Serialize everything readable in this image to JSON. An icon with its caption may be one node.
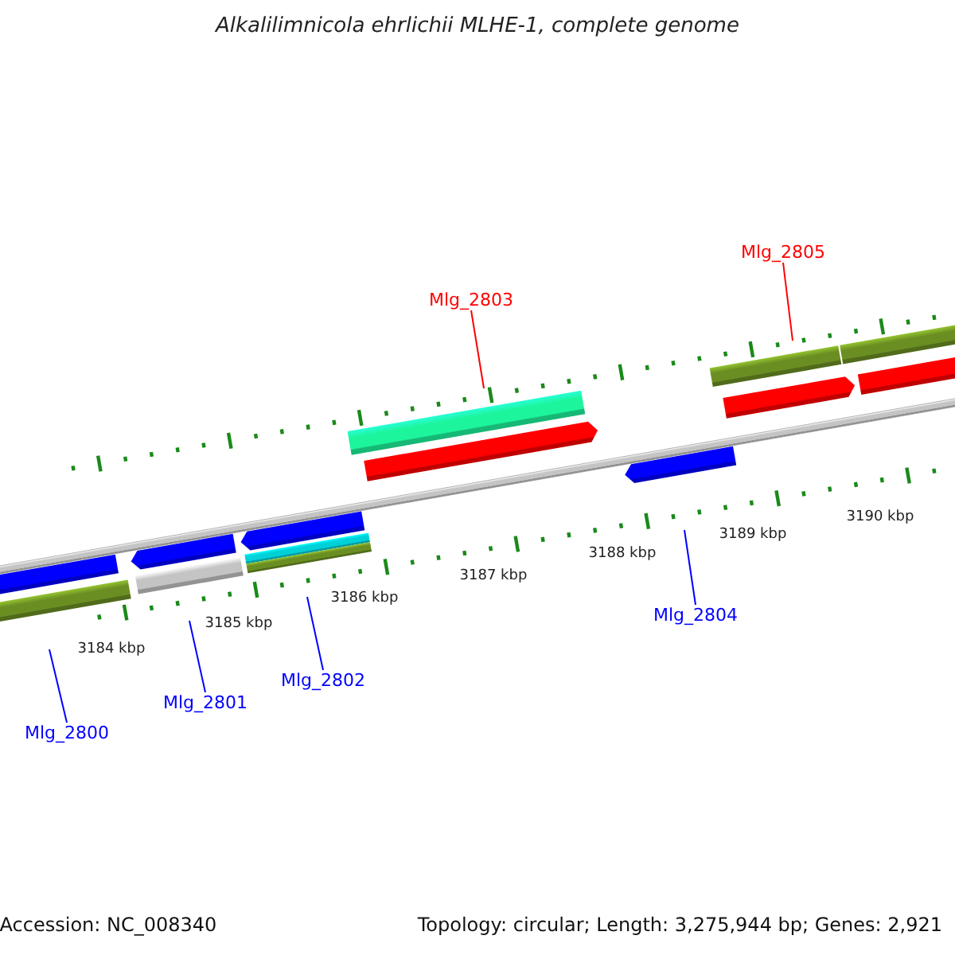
{
  "diagram": {
    "title": "Alkalilimnicola ehrlichii MLHE-1, complete genome",
    "nodes": [
      {
        "text": [
          "Mlg_2803"
        ]
      },
      {
        "text": [
          "Mlg_2805"
        ]
      },
      {
        "text": [
          "Mlg_2804"
        ]
      },
      {
        "text": [
          "Mlg_2802"
        ]
      },
      {
        "text": [
          "Mlg_2801"
        ]
      },
      {
        "text": [
          "Mlg_2800"
        ]
      }
    ],
    "edges": [
      {
        "from": 0,
        "to": null,
        "arrow": "none",
        "color": "#ff0000"
      },
      {
        "from": 1,
        "to": null,
        "arrow": "none",
        "color": "#ff0000"
      },
      {
        "from": 2,
        "to": null,
        "arrow": "none"
      },
      {
        "from": 3,
        "to": null,
        "arrow": "none"
      },
      {
        "from": 4,
        "to": null,
        "arrow": "none"
      },
      {
        "from": 5,
        "to": null,
        "arrow": "none"
      }
    ],
    "labels": [
      "3190 kbp",
      "3189 kbp",
      "3188 kbp",
      "3187 kbp",
      "3186 kbp",
      "3185 kbp",
      "3184 kbp",
      "Accession: NC_008340",
      "Topology: circular; Length: 3,275,944 bp; Genes: 2,921"
    ]
  }
}
